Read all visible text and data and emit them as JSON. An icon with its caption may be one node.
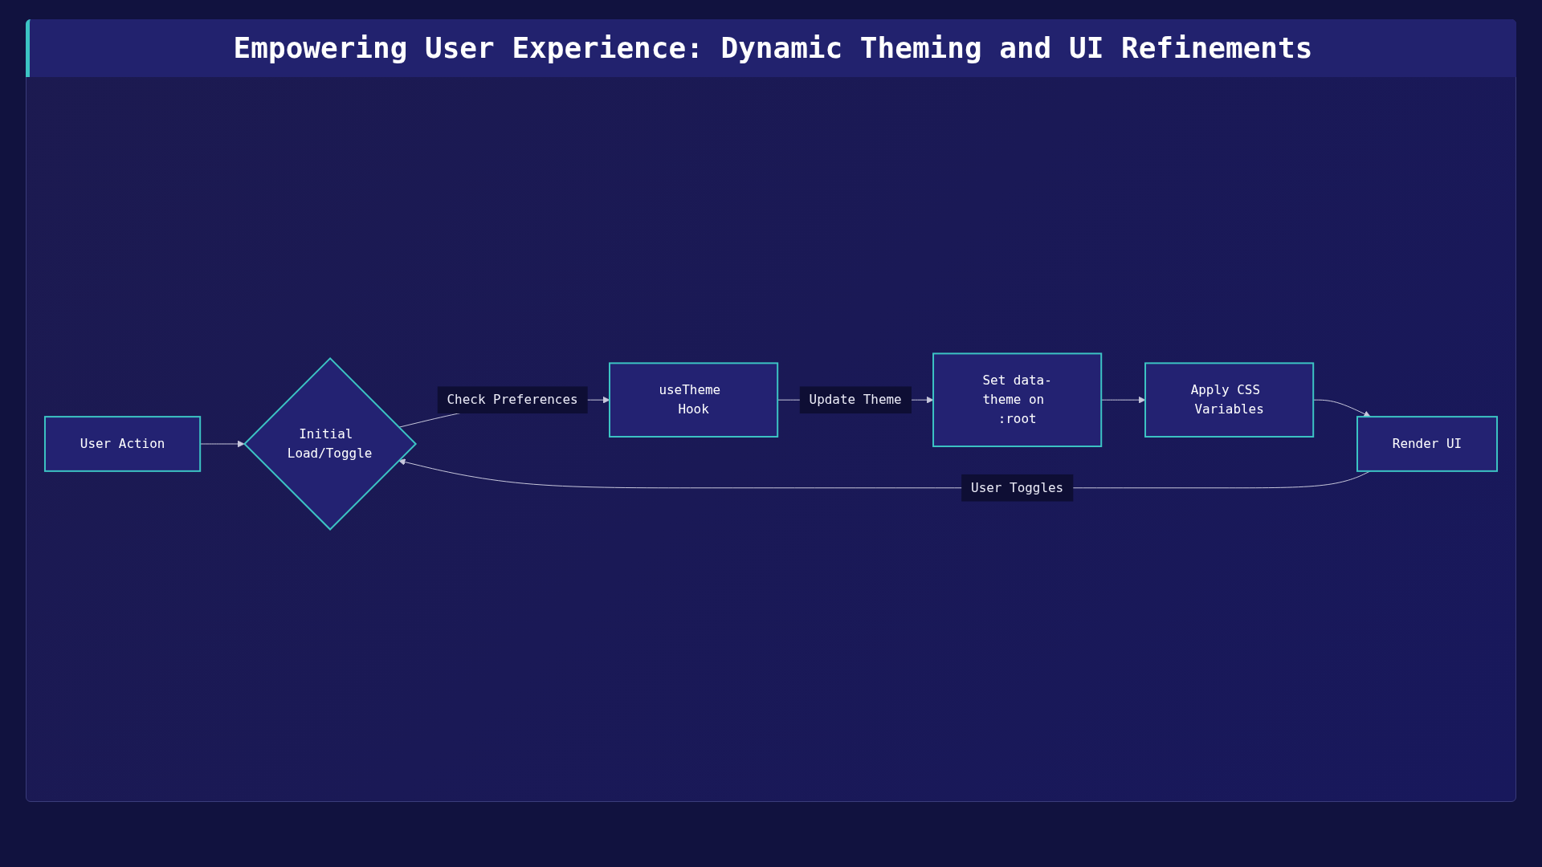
{
  "diagram": {
    "title": "Empowering User Experience: Dynamic Theming and UI Refinements",
    "nodes": [
      {
        "text": [
          "User Action"
        ]
      },
      {
        "text": [
          "Initial Load/Toggle"
        ]
      },
      {
        "text": [
          "useTheme Hook"
        ]
      },
      {
        "text": [
          "Set data-theme on :root"
        ]
      },
      {
        "text": [
          "Apply CSS Variables"
        ]
      },
      {
        "text": [
          "Render UI"
        ]
      }
    ],
    "edges": [
      {
        "from": 0,
        "to": 1,
        "arrow": "to"
      },
      {
        "from": 1,
        "to": 2,
        "arrow": "to",
        "label": "Check Preferences"
      },
      {
        "from": 2,
        "to": 3,
        "arrow": "to",
        "label": "Update Theme"
      },
      {
        "from": 3,
        "to": 4,
        "arrow": "to"
      },
      {
        "from": 4,
        "to": 5,
        "arrow": "to"
      },
      {
        "from": 5,
        "to": 1,
        "arrow": "to",
        "label": "User Toggles"
      }
    ]
  }
}
